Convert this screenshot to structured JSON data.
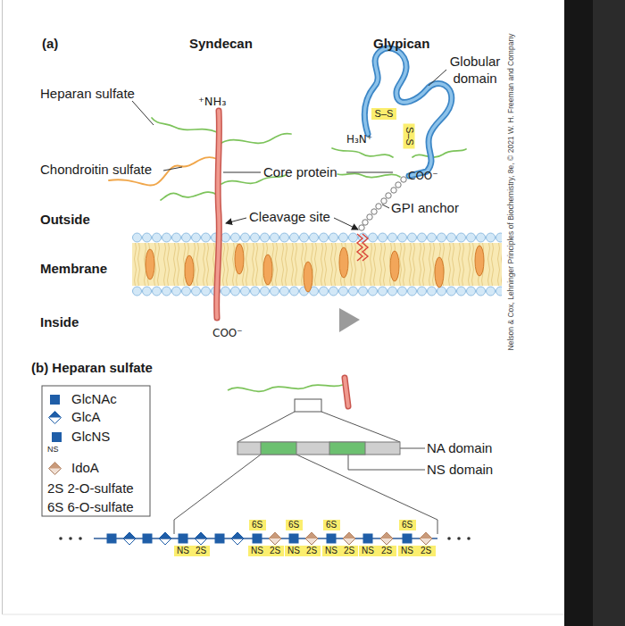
{
  "diagram": {
    "nodes": [
      {
        "text": [
          "S–S"
        ]
      },
      {
        "text": [
          "S–S"
        ]
      },
      {
        "text": [
          "6S"
        ]
      },
      {
        "text": [
          "6S"
        ]
      },
      {
        "text": [
          "6S"
        ]
      },
      {
        "text": [
          "6S"
        ]
      },
      {
        "text": [
          "NS"
        ]
      },
      {
        "text": [
          "2S"
        ]
      },
      {
        "text": [
          "NS"
        ]
      },
      {
        "text": [
          "2S"
        ]
      },
      {
        "text": [
          "NS"
        ]
      },
      {
        "text": [
          "2S"
        ]
      },
      {
        "text": [
          "NS"
        ]
      },
      {
        "text": [
          "2S"
        ]
      },
      {
        "text": [
          "NS"
        ]
      },
      {
        "text": [
          "2S"
        ]
      },
      {
        "text": [
          "NS"
        ]
      },
      {
        "text": [
          "2S"
        ]
      }
    ],
    "labels": [
      "(a)",
      "Syndecan",
      "Glypican",
      "Globular domain",
      "Heparan sulfate",
      "⁺NH₃",
      "H₃N⁺",
      "Chondroitin sulfate",
      "Core protein",
      "COO⁻",
      "GPI anchor",
      "Outside",
      "Cleavage site",
      "Membrane",
      "Inside",
      "COO⁻",
      "Nelson & Cox, Lehninger Principles of Biochemistry, 8e, © 2021 W. H. Freeman and Company",
      "(b) Heparan sulfate",
      "NS",
      "NA domain",
      "NS domain"
    ],
    "legend": [
      {
        "text": "GlcNAc",
        "color": "#1f5ea8"
      },
      {
        "text": "GlcA"
      },
      {
        "text": "GlcNS"
      },
      {
        "text": "IdoA"
      },
      {
        "text": "2S 2-O-sulfate"
      },
      {
        "text": "6S 6-O-sulfate"
      }
    ]
  }
}
